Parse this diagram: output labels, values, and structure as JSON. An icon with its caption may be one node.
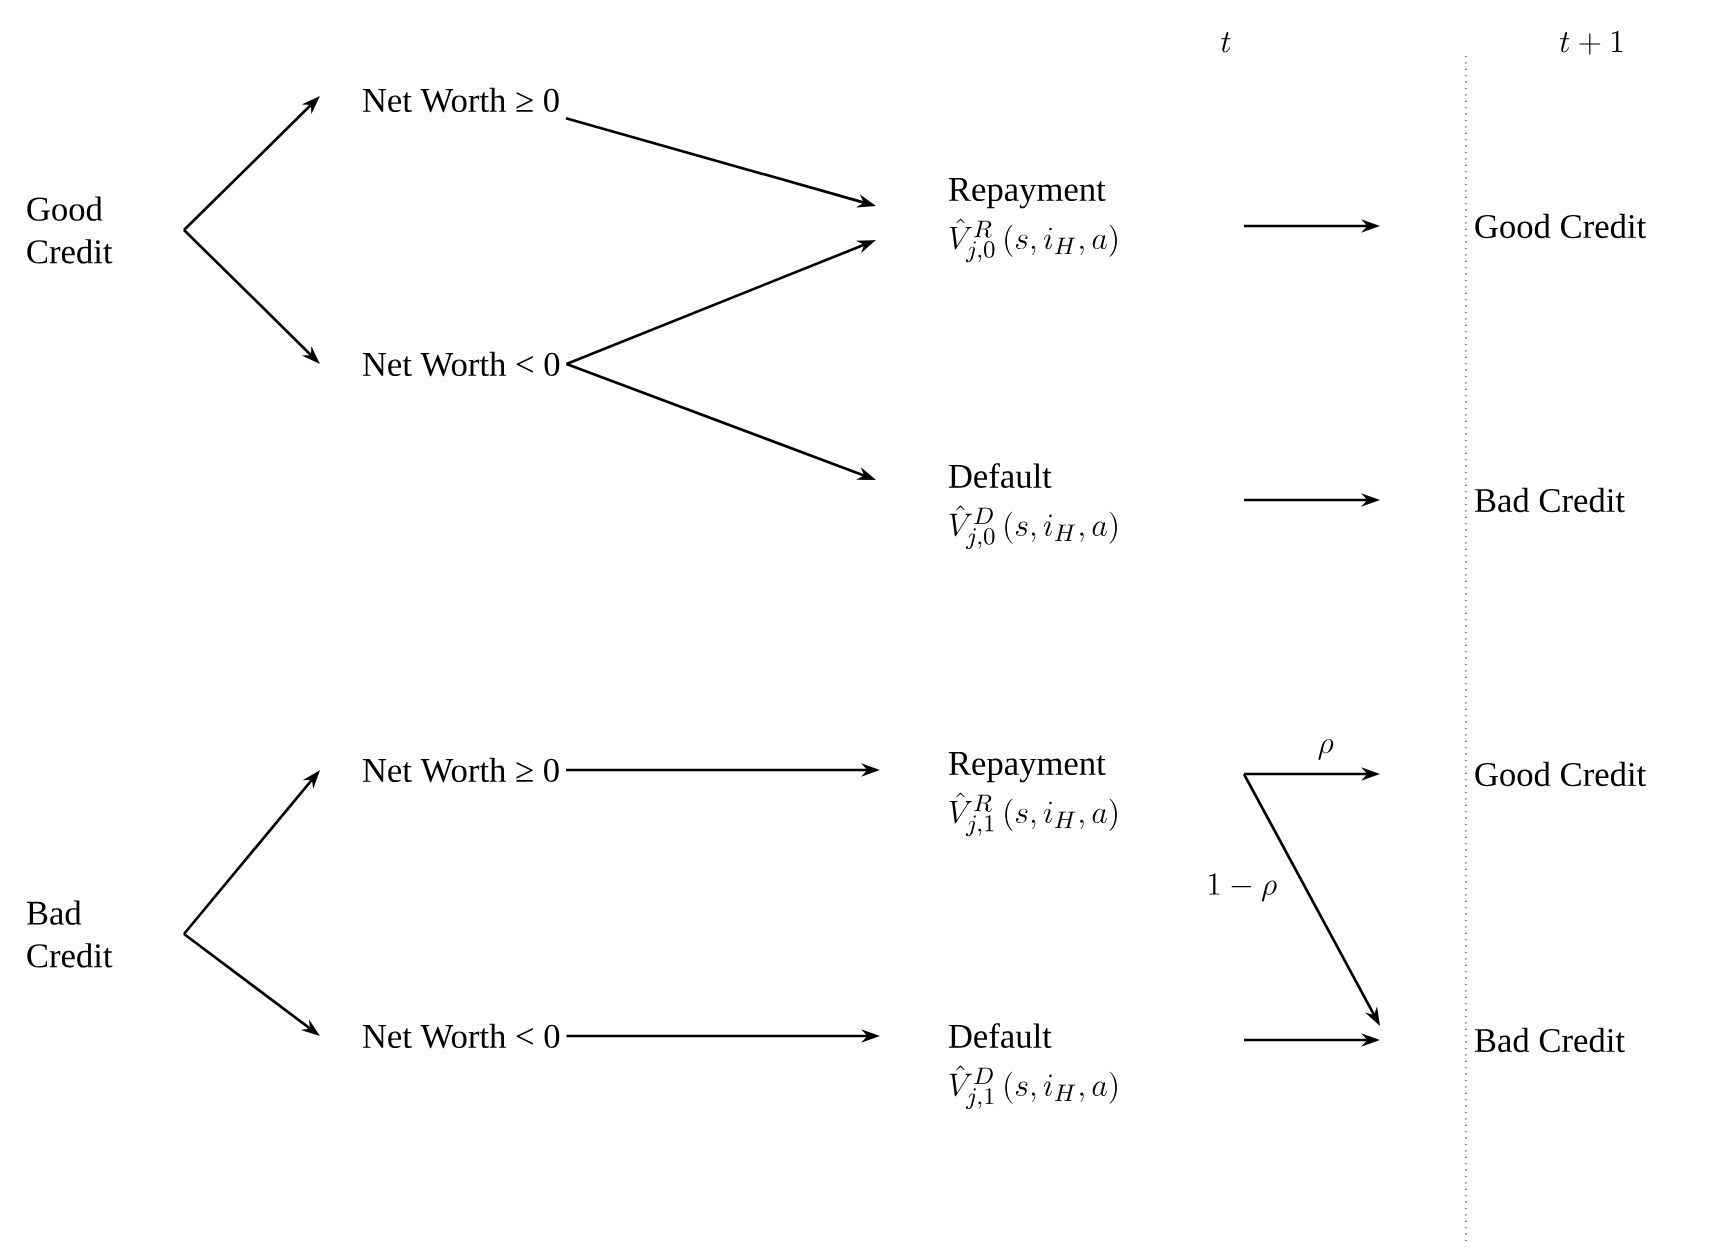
{
  "diagram": {
    "nodes": [
      {
        "text": [
          "Good Credit"
        ]
      },
      {
        "text": [
          "Net Worth ≥ 0"
        ]
      },
      {
        "text": [
          "Net Worth < 0"
        ]
      },
      {
        "text": [
          "Repayment",
          "\\hat{V}^{R}_{j,0}\\left(s,i_H,a\\right)"
        ]
      },
      {
        "text": [
          "Default",
          "\\hat{V}^{D}_{j,0}\\left(s,i_H,a\\right)"
        ]
      },
      {
        "text": [
          "Good Credit"
        ]
      },
      {
        "text": [
          "Bad Credit"
        ]
      },
      {
        "text": [
          "Bad Credit"
        ]
      },
      {
        "text": [
          "Net Worth ≥ 0"
        ]
      },
      {
        "text": [
          "Net Worth < 0"
        ]
      },
      {
        "text": [
          "Repayment",
          "\\hat{V}^{R}_{j,1}\\left(s,i_H,a\\right)"
        ]
      },
      {
        "text": [
          "Default",
          "\\hat{V}^{D}_{j,1}\\left(s,i_H,a\\right)"
        ]
      },
      {
        "text": [
          "Good Credit"
        ]
      },
      {
        "text": [
          "Bad Credit"
        ]
      }
    ],
    "edges": [
      {
        "from": 0,
        "to": 1,
        "arrow": "to"
      },
      {
        "from": 0,
        "to": 2,
        "arrow": "to"
      },
      {
        "from": 1,
        "to": 3,
        "arrow": "to"
      },
      {
        "from": 2,
        "to": 3,
        "arrow": "to"
      },
      {
        "from": 2,
        "to": 4,
        "arrow": "to"
      },
      {
        "from": 3,
        "to": 5,
        "arrow": "to"
      },
      {
        "from": 4,
        "to": 6,
        "arrow": "to"
      },
      {
        "from": 7,
        "to": 8,
        "arrow": "to"
      },
      {
        "from": 7,
        "to": 9,
        "arrow": "to"
      },
      {
        "from": 8,
        "to": 10,
        "arrow": "to"
      },
      {
        "from": 9,
        "to": 11,
        "arrow": "to"
      },
      {
        "from": 10,
        "to": 12,
        "arrow": "to",
        "label": "\\rho"
      },
      {
        "from": 10,
        "to": 13,
        "arrow": "to",
        "label": "1-\\rho"
      },
      {
        "from": 11,
        "to": 13,
        "arrow": "to"
      }
    ],
    "labels": [
      "t",
      "t+1"
    ]
  }
}
